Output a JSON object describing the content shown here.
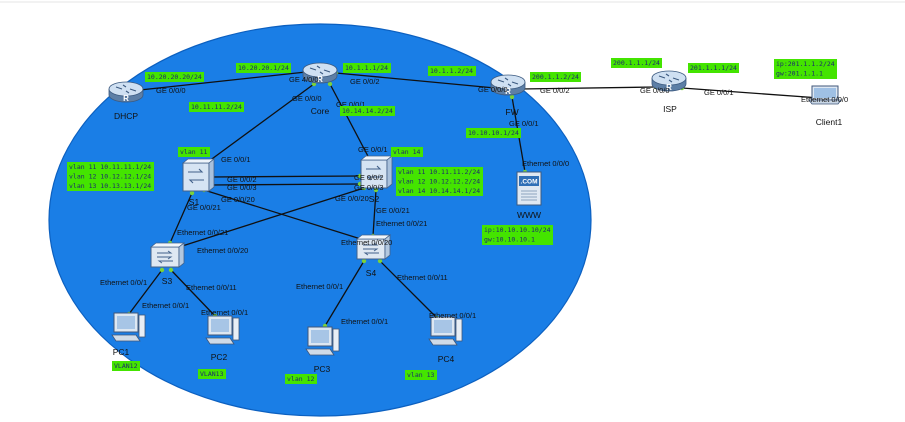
{
  "colors": {
    "lan_area": "#1a7ee6",
    "lan_area_edge": "#0c60c0",
    "ip_tag": "#44e400",
    "link": "#101010",
    "port_dot": "#7bd13a"
  },
  "devices": [
    {
      "id": "dhcp",
      "label": "DHCP",
      "icon": "router-icon"
    },
    {
      "id": "core",
      "label": "Core",
      "icon": "router-icon"
    },
    {
      "id": "fw",
      "label": "FW",
      "icon": "router-icon"
    },
    {
      "id": "isp",
      "label": "ISP",
      "icon": "router-icon"
    },
    {
      "id": "client1",
      "label": "Client1",
      "icon": "laptop-icon"
    },
    {
      "id": "s1",
      "label": "S1",
      "icon": "l3-switch-icon"
    },
    {
      "id": "s2",
      "label": "S2",
      "icon": "l3-switch-icon"
    },
    {
      "id": "www",
      "label": "WWW",
      "icon": "web-server-icon",
      "badge": ".COM"
    },
    {
      "id": "s3",
      "label": "S3",
      "icon": "switch-icon"
    },
    {
      "id": "s4",
      "label": "S4",
      "icon": "switch-icon"
    },
    {
      "id": "pc1",
      "label": "PC1",
      "icon": "pc-icon"
    },
    {
      "id": "pc2",
      "label": "PC2",
      "icon": "pc-icon"
    },
    {
      "id": "pc3",
      "label": "PC3",
      "icon": "pc-icon"
    },
    {
      "id": "pc4",
      "label": "PC4",
      "icon": "pc-icon"
    }
  ],
  "links": [
    {
      "from": "dhcp",
      "to": "core",
      "from_port": "GE 0/0/0",
      "to_port": "GE 4/0/0"
    },
    {
      "from": "core",
      "to": "fw",
      "from_port": "GE 0/0/2",
      "to_port": "GE 0/0/0"
    },
    {
      "from": "fw",
      "to": "isp",
      "from_port": "GE 0/0/2",
      "to_port": "GE 0/0/0"
    },
    {
      "from": "isp",
      "to": "client1",
      "from_port": "GE 0/0/1",
      "to_port": "Ethernet 0/0/0"
    },
    {
      "from": "core",
      "to": "s1",
      "from_port": "GE 0/0/0",
      "to_port": "GE 0/0/1"
    },
    {
      "from": "core",
      "to": "s2",
      "from_port": "GE 0/0/1",
      "to_port": "GE 0/0/1"
    },
    {
      "from": "fw",
      "to": "www",
      "from_port": "GE 0/0/1",
      "to_port": "Ethernet 0/0/0"
    },
    {
      "from": "s1",
      "to": "s2",
      "from_port": "GE 0/0/2",
      "to_port": "GE 0/0/2"
    },
    {
      "from": "s1",
      "to": "s2",
      "from_port": "GE 0/0/3",
      "to_port": "GE 0/0/3"
    },
    {
      "from": "s1",
      "to": "s3",
      "from_port": "GE 0/0/21",
      "to_port": "Ethernet 0/0/21"
    },
    {
      "from": "s1",
      "to": "s4",
      "from_port": "GE 0/0/20",
      "to_port": "Ethernet 0/0/20"
    },
    {
      "from": "s2",
      "to": "s3",
      "from_port": "GE 0/0/20",
      "to_port": "Ethernet 0/0/20"
    },
    {
      "from": "s2",
      "to": "s4",
      "from_port": "GE 0/0/21",
      "to_port": "Ethernet 0/0/21"
    },
    {
      "from": "s3",
      "to": "pc1",
      "from_port": "Ethernet 0/0/1",
      "to_port": "Ethernet 0/0/1"
    },
    {
      "from": "s3",
      "to": "pc2",
      "from_port": "Ethernet 0/0/11",
      "to_port": "Ethernet 0/0/1"
    },
    {
      "from": "s4",
      "to": "pc3",
      "from_port": "Ethernet 0/0/1",
      "to_port": "Ethernet 0/0/1"
    },
    {
      "from": "s4",
      "to": "pc4",
      "from_port": "Ethernet 0/0/11",
      "to_port": "Ethernet 0/0/1"
    }
  ],
  "annotations": [
    {
      "id": "dhcp-ip",
      "lines": [
        "10.20.20.20/24"
      ]
    },
    {
      "id": "core-g400",
      "lines": [
        "10.20.20.1/24"
      ]
    },
    {
      "id": "core-g002",
      "lines": [
        "10.1.1.1/24"
      ]
    },
    {
      "id": "core-g000",
      "lines": [
        "10.11.11.2/24"
      ]
    },
    {
      "id": "core-g001",
      "lines": [
        "10.14.14.2/24"
      ]
    },
    {
      "id": "fw-g000",
      "lines": [
        "10.1.1.2/24"
      ]
    },
    {
      "id": "fw-g002",
      "lines": [
        "200.1.1.2/24"
      ]
    },
    {
      "id": "fw-g001",
      "lines": [
        "10.10.10.1/24"
      ]
    },
    {
      "id": "isp-g000",
      "lines": [
        "200.1.1.1/24"
      ]
    },
    {
      "id": "isp-g001",
      "lines": [
        "201.1.1.1/24"
      ]
    },
    {
      "id": "client1-ip",
      "lines": [
        "ip:201.1.1.2/24",
        "gw:201.1.1.1"
      ]
    },
    {
      "id": "s1-vlan",
      "lines": [
        "vlan 11"
      ]
    },
    {
      "id": "s1-svi",
      "lines": [
        "vlan 11 10.11.11.1/24",
        "vlan 12 10.12.12.1/24",
        "vlan 13 10.13.13.1/24"
      ]
    },
    {
      "id": "s2-vlan",
      "lines": [
        "vlan 14"
      ]
    },
    {
      "id": "s2-svi",
      "lines": [
        "vlan 11 10.11.11.2/24",
        "vlan 12 10.12.12.2/24",
        "vlan 14 10.14.14.1/24"
      ]
    },
    {
      "id": "www-ip",
      "lines": [
        "ip:10.10.10.10/24",
        "gw:10.10.10.1"
      ]
    },
    {
      "id": "pc1-vlan",
      "lines": [
        "VLAN12"
      ]
    },
    {
      "id": "pc2-vlan",
      "lines": [
        "VLAN13"
      ]
    },
    {
      "id": "pc3-vlan",
      "lines": [
        "vlan 12"
      ]
    },
    {
      "id": "pc4-vlan",
      "lines": [
        "vlan 13"
      ]
    }
  ]
}
